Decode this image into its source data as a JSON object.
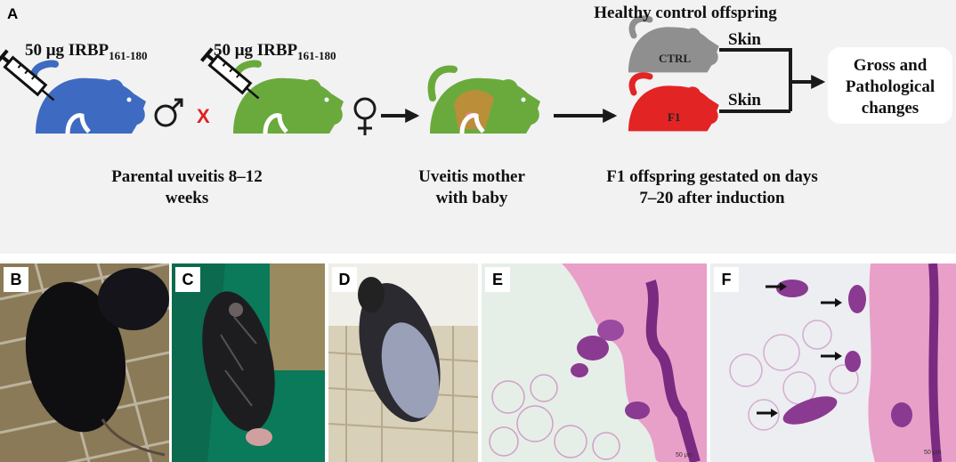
{
  "panel_labels": {
    "a": "A",
    "b": "B",
    "c": "C",
    "d": "D",
    "e": "E",
    "f": "F"
  },
  "dose": {
    "amount": "50 μg IRBP",
    "subscript": "161-180"
  },
  "cross_symbol": "X",
  "captions": {
    "parental_line1": "Parental uveitis  8–12",
    "parental_line2": "weeks",
    "mother_line1": "Uveitis mother",
    "mother_line2": "with baby",
    "f1_line1": "F1 offspring gestated on  days",
    "f1_line2": "7–20 after induction",
    "healthy_control": "Healthy control offspring"
  },
  "mouse_labels": {
    "ctrl": "CTRL",
    "f1": "F1"
  },
  "skin_label": "Skin",
  "outcome": {
    "line1": "Gross and",
    "line2": "Pathological",
    "line3": "changes"
  },
  "scale_bars": {
    "e": "50 μm",
    "f": "50 μm"
  },
  "colors": {
    "male_mouse": "#3e6bc1",
    "female_mouse": "#6aaa3d",
    "ctrl_mouse": "#8f8f8f",
    "f1_mouse": "#e32424",
    "cross": "#e02020"
  }
}
